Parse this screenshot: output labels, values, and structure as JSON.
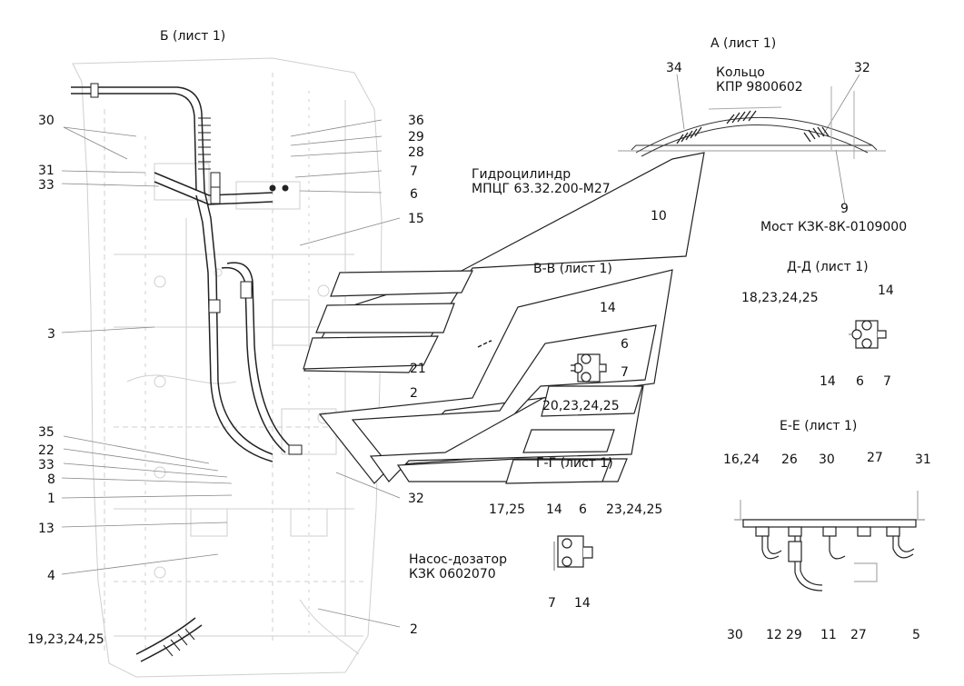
{
  "views": {
    "b": "Б (лист 1)",
    "a": "А (лист 1)",
    "vv": "В-В (лист 1)",
    "dd": "Д-Д (лист 1)",
    "ee": "Е-Е (лист 1)",
    "gg": "Г-Г (лист 1)"
  },
  "components": {
    "ring_1": "Кольцо",
    "ring_2": "КПР 9800602",
    "cyl_1": "Гидроцилиндр",
    "cyl_2": "МПЦГ 63.32.200-М27",
    "bridge": "Мост КЗК-8К-0109000",
    "pump_1": "Насос-дозатор",
    "pump_2": "КЗК 0602070"
  },
  "callouts": {
    "left": [
      "30",
      "31",
      "33",
      "3",
      "35",
      "22",
      "33",
      "8",
      "1",
      "13",
      "4",
      "19,23,24,25"
    ],
    "mid": [
      "36",
      "29",
      "28",
      "7",
      "6",
      "15",
      "21",
      "2",
      "32",
      "2"
    ],
    "a_view": [
      "34",
      "32",
      "10",
      "9"
    ],
    "vv_view": [
      "14",
      "6",
      "7",
      "20,23,24,25"
    ],
    "dd_view": [
      "18,23,24,25",
      "14",
      "14",
      "6",
      "7"
    ],
    "gg_view": [
      "17,25",
      "14",
      "6",
      "23,24,25",
      "7",
      "14"
    ],
    "ee_top": [
      "16,24",
      "26",
      "30",
      "27",
      "31"
    ],
    "ee_bottom": [
      "30",
      "12",
      "29",
      "11",
      "27",
      "5"
    ]
  }
}
